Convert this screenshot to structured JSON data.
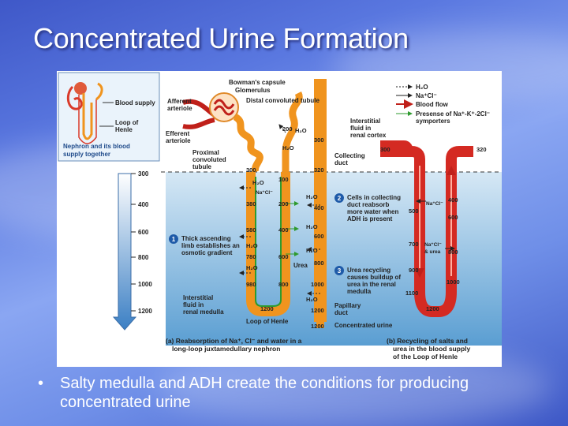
{
  "slide": {
    "title": "Concentrated Urine Formation",
    "bullet": "Salty medulla and ADH create the conditions for producing concentrated urine"
  },
  "colors": {
    "nephron_orange": "#f0941e",
    "blood_red": "#d42a22",
    "cortex_bg": "#ffffff",
    "medulla_top": "#cfe3f2",
    "medulla_bottom": "#5da0d3",
    "callout_blue": "#1e5aa8"
  },
  "figure": {
    "inset": {
      "blood_supply": "Blood supply",
      "loop_label_1": "Loop of",
      "loop_label_2": "Henle",
      "caption_1": "Nephron and its blood",
      "caption_2": "supply together"
    },
    "labels": {
      "bowmans": "Bowman's capsule",
      "glomerulus": "Glomerulus",
      "afferent_1": "Afferent",
      "afferent_2": "arteriole",
      "distal": "Distal convoluted tubule",
      "efferent_1": "Efferent",
      "efferent_2": "arteriole",
      "proximal_1": "Proximal",
      "proximal_2": "convoluted",
      "proximal_3": "tubule",
      "interstitial_cortex_1": "Interstitial",
      "interstitial_cortex_2": "fluid in",
      "interstitial_cortex_3": "renal cortex",
      "collecting_1": "Collecting",
      "collecting_2": "duct",
      "interstitial_medulla_1": "Interstitial",
      "interstitial_medulla_2": "fluid in",
      "interstitial_medulla_3": "renal medulla",
      "loop_of_henle": "Loop of Henle",
      "papillary_1": "Papillary",
      "papillary_2": "duct",
      "concentrated_urine": "Concentrated urine",
      "urea": "Urea"
    },
    "legend": {
      "water": "H₂O",
      "salt": "Na⁺Cl⁻",
      "blood_flow": "Blood flow",
      "symporter_1": "Presense of Na⁺-K⁺-2Cl⁻",
      "symporter_2": "symporters"
    },
    "scale": {
      "ticks": [
        "300",
        "400",
        "600",
        "800",
        "1000",
        "1200"
      ]
    },
    "callouts": {
      "c1_num": "1",
      "c1_lines": [
        "Thick ascending",
        "limb establishes an",
        "osmotic gradient"
      ],
      "c2_num": "2",
      "c2_lines": [
        "Cells in collecting",
        "duct reabsorb",
        "more water when",
        "ADH is present"
      ],
      "c3_num": "3",
      "c3_lines": [
        "Urea recycling",
        "causes buildup of",
        "urea in the renal",
        "medulla"
      ]
    },
    "tubule_values": {
      "h2o": "H₂O",
      "nacl": "Na⁺Cl⁻",
      "desc": [
        "300",
        "380",
        "580",
        "780",
        "980"
      ],
      "asc": [
        "100",
        "200",
        "400",
        "600",
        "800"
      ],
      "cd": [
        "320",
        "400",
        "600",
        "800",
        "1000",
        "1200"
      ],
      "cortex_top_200": "200",
      "cortex_top_300": "300",
      "bottom_1200": "1200",
      "cd_300": "300",
      "cd_1200": "1200"
    },
    "vasa_values": {
      "top_300": "300",
      "top_320": "320",
      "v400": "400",
      "v500": "500",
      "v600": "600",
      "v700": "700",
      "v800": "800",
      "v900": "900",
      "v1000": "1000",
      "v1100": "1100",
      "v1200": "1200",
      "nacl": "Na⁺Cl⁻",
      "nacl_urea_1": "Na⁺Cl⁻",
      "nacl_urea_2": "& urea"
    },
    "captions": {
      "a_1": "(a) Reabsorption of Na⁺, Cl⁻ and water in a",
      "a_2": "long-loop juxtamedullary nephron",
      "b_1": "(b) Recycling of salts and",
      "b_2": "urea in the blood supply",
      "b_3": "of the Loop of Henle"
    }
  }
}
